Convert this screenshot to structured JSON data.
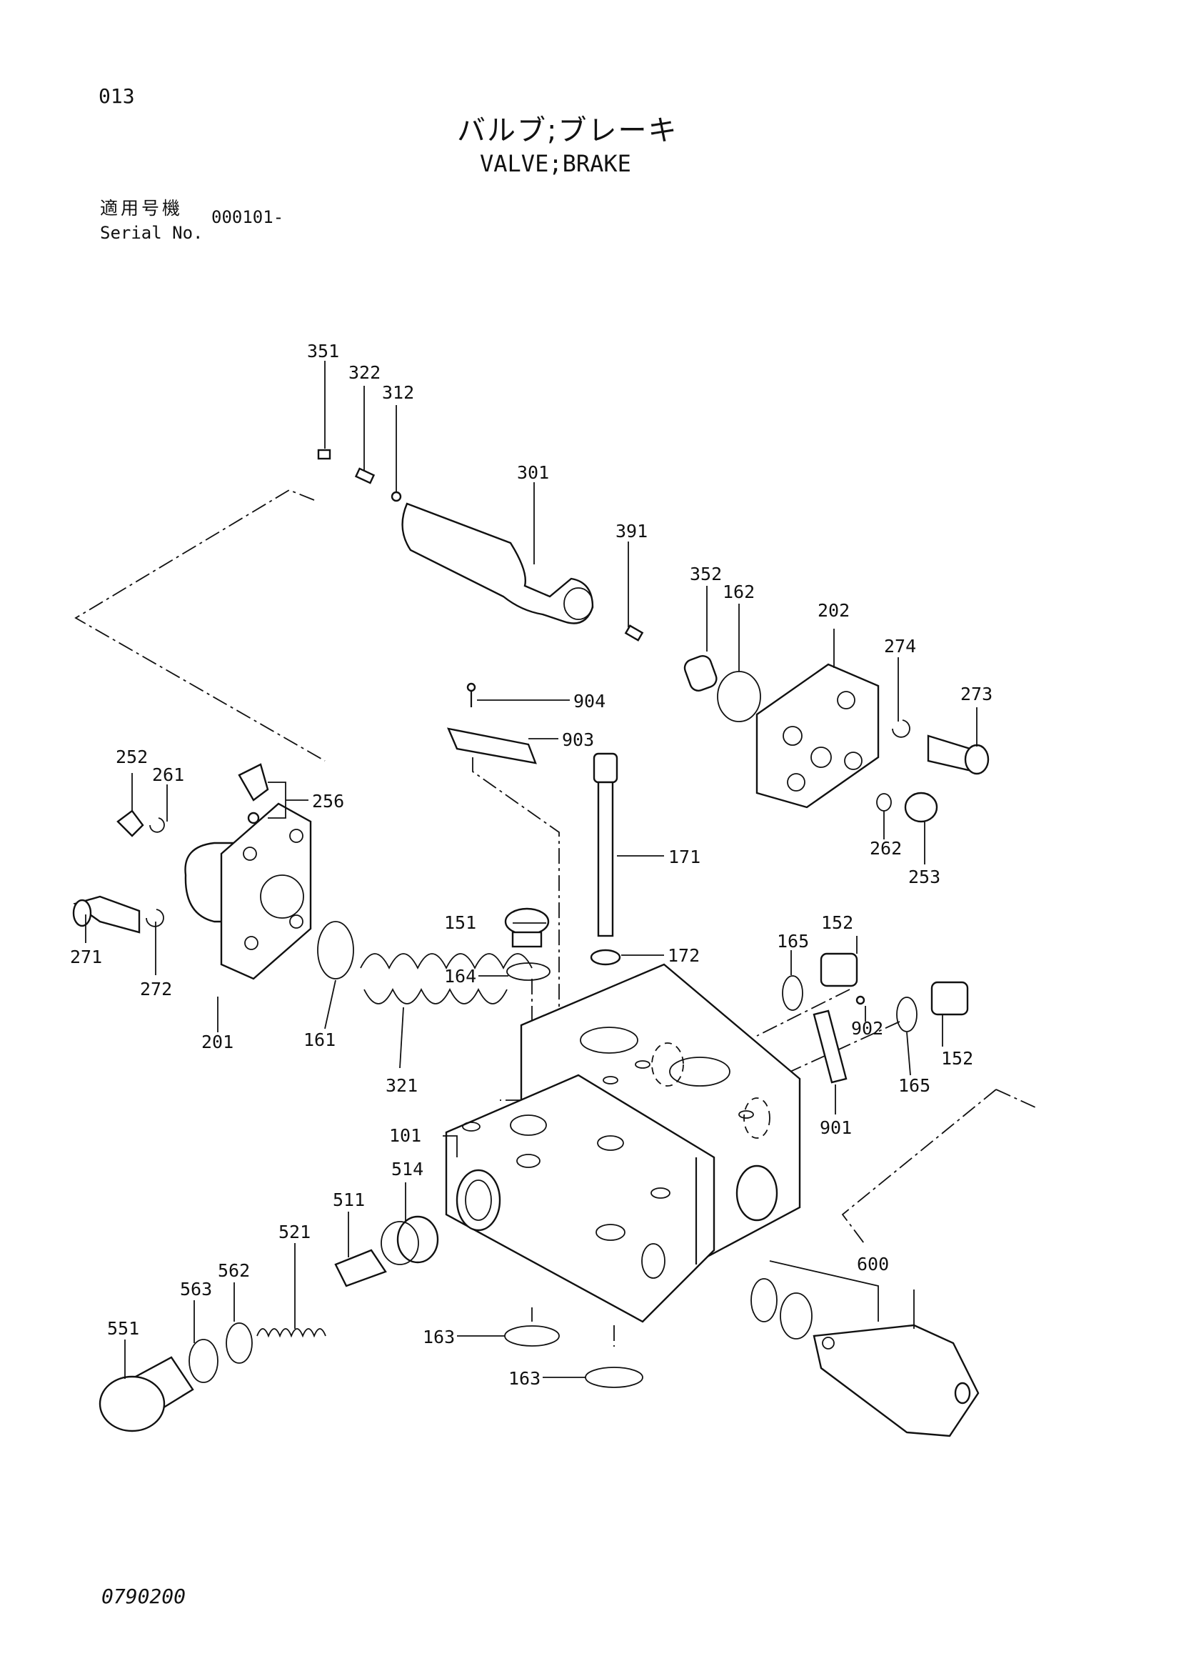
{
  "header": {
    "page_number": "013",
    "title_jp": "バルブ;ブレーキ",
    "title_en": "VALVE;BRAKE",
    "serial_label_jp": "適用号機",
    "serial_label_en": "Serial No.",
    "serial_value": "000101-"
  },
  "footer": {
    "document_id": "0790200"
  },
  "callouts": [
    {
      "id": "c351",
      "label": "351"
    },
    {
      "id": "c322",
      "label": "322"
    },
    {
      "id": "c312",
      "label": "312"
    },
    {
      "id": "c301",
      "label": "301"
    },
    {
      "id": "c391",
      "label": "391"
    },
    {
      "id": "c352",
      "label": "352"
    },
    {
      "id": "c162",
      "label": "162"
    },
    {
      "id": "c202",
      "label": "202"
    },
    {
      "id": "c274",
      "label": "274"
    },
    {
      "id": "c273",
      "label": "273"
    },
    {
      "id": "c904",
      "label": "904"
    },
    {
      "id": "c903",
      "label": "903"
    },
    {
      "id": "c262",
      "label": "262"
    },
    {
      "id": "c253",
      "label": "253"
    },
    {
      "id": "c252",
      "label": "252"
    },
    {
      "id": "c261",
      "label": "261"
    },
    {
      "id": "c256",
      "label": "256"
    },
    {
      "id": "c171",
      "label": "171"
    },
    {
      "id": "c271",
      "label": "271"
    },
    {
      "id": "c272",
      "label": "272"
    },
    {
      "id": "c151",
      "label": "151"
    },
    {
      "id": "c152a",
      "label": "152"
    },
    {
      "id": "c172",
      "label": "172"
    },
    {
      "id": "c165a",
      "label": "165"
    },
    {
      "id": "c164",
      "label": "164"
    },
    {
      "id": "c201",
      "label": "201"
    },
    {
      "id": "c161",
      "label": "161"
    },
    {
      "id": "c902",
      "label": "902"
    },
    {
      "id": "c152b",
      "label": "152"
    },
    {
      "id": "c165b",
      "label": "165"
    },
    {
      "id": "c321",
      "label": "321"
    },
    {
      "id": "c901",
      "label": "901"
    },
    {
      "id": "c101",
      "label": "101"
    },
    {
      "id": "c514",
      "label": "514"
    },
    {
      "id": "c511",
      "label": "511"
    },
    {
      "id": "c521",
      "label": "521"
    },
    {
      "id": "c600",
      "label": "600"
    },
    {
      "id": "c562",
      "label": "562"
    },
    {
      "id": "c563",
      "label": "563"
    },
    {
      "id": "c551",
      "label": "551"
    },
    {
      "id": "c163a",
      "label": "163"
    },
    {
      "id": "c163b",
      "label": "163"
    }
  ]
}
